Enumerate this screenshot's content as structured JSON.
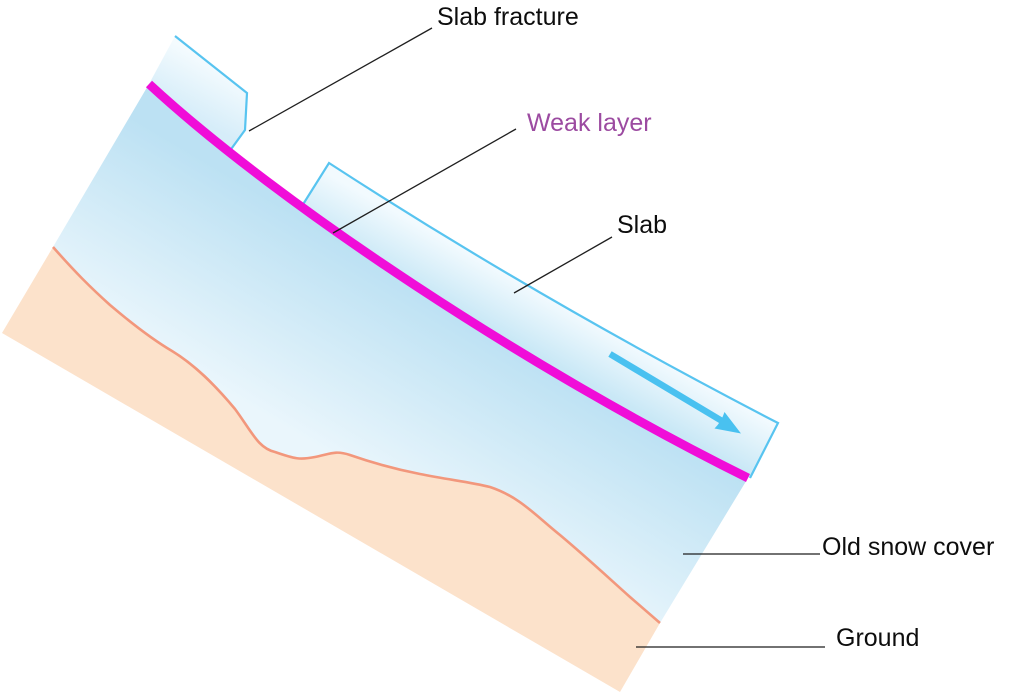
{
  "title": "Avalanche slab release diagram",
  "labels": {
    "slab_fracture": "Slab fracture",
    "weak_layer": "Weak layer",
    "slab": "Slab",
    "old_snow_cover": "Old snow cover",
    "ground": "Ground"
  },
  "regions": {
    "slab": "snow slab on top of weak layer, broken into two blocks by a stepped crown fracture, sliding downslope",
    "weak_layer": "thin magenta layer between slab and old snow cover",
    "old_snow_cover": "old snow between weak layer and ground",
    "ground": "sloping ground surface with undulating top edge",
    "arrow": "blue arrow on slab pointing downslope to lower right"
  },
  "colors": {
    "background": "#FFFFFF",
    "weak_layer_line": "#F00DD8",
    "slab_outline": "#58C4F0",
    "slab_fill_light": "#F2FAFE",
    "slab_fill_deep": "#C9E8F6",
    "old_snow_fill_deep": "#BCE1F3",
    "old_snow_fill_light": "#EAF6FC",
    "ground_fill": "#FCE2CB",
    "ground_outline": "#F2977C",
    "arrow": "#49C1F0",
    "label_text": "#0D0D0D",
    "weak_layer_label_text": "#9C4BA1",
    "leader_line": "#1F1F1F"
  }
}
